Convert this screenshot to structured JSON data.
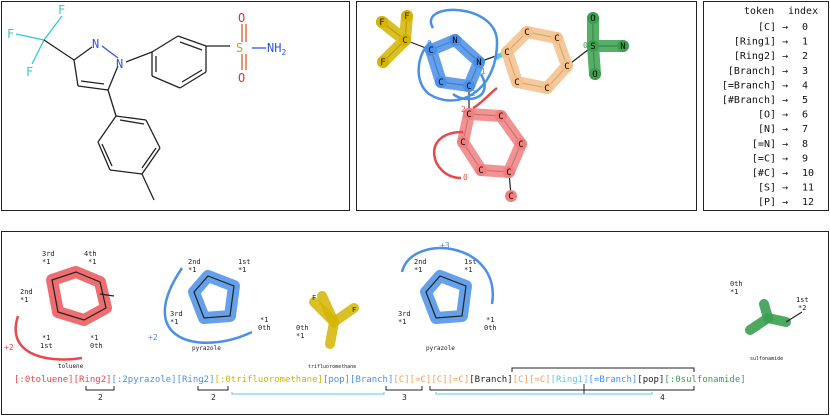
{
  "structure": {
    "atoms": {
      "f1": "F",
      "f2": "F",
      "f3": "F",
      "n1": "N",
      "n2": "N",
      "s": "S",
      "o1": "O",
      "o2": "O",
      "nh2": "NH"
    }
  },
  "graph": {
    "atom_letter": "C",
    "n_letter": "N",
    "s_letter": "S",
    "o_letter": "O",
    "f_letter": "F",
    "marks": {
      "m0a": "0",
      "m0b": "0",
      "m0c": "0",
      "m1": "1",
      "m2": "2",
      "m2b": "2"
    }
  },
  "token_table": {
    "headers": {
      "token": "token",
      "index": "index"
    },
    "rows": [
      {
        "token": "[C]",
        "arrow": "→",
        "index": "0"
      },
      {
        "token": "[Ring1]",
        "arrow": "→",
        "index": "1"
      },
      {
        "token": "[Ring2]",
        "arrow": "→",
        "index": "2"
      },
      {
        "token": "[Branch]",
        "arrow": "→",
        "index": "3"
      },
      {
        "token": "[=Branch]",
        "arrow": "→",
        "index": "4"
      },
      {
        "token": "[#Branch]",
        "arrow": "→",
        "index": "5"
      },
      {
        "token": "[O]",
        "arrow": "→",
        "index": "6"
      },
      {
        "token": "[N]",
        "arrow": "→",
        "index": "7"
      },
      {
        "token": "[=N]",
        "arrow": "→",
        "index": "8"
      },
      {
        "token": "[=C]",
        "arrow": "→",
        "index": "9"
      },
      {
        "token": "[#C]",
        "arrow": "→",
        "index": "10"
      },
      {
        "token": "[S]",
        "arrow": "→",
        "index": "11"
      },
      {
        "token": "[P]",
        "arrow": "→",
        "index": "12"
      }
    ]
  },
  "fragments": {
    "toluene": {
      "name": "toluene",
      "labels": {
        "third": "3rd",
        "fourth": "4th",
        "second": "2nd",
        "first": "1st",
        "zeroth": "0th",
        "star": "*1"
      },
      "ring_label": "+2"
    },
    "pyrazole1": {
      "name": "pyrazole",
      "labels": {
        "second": "2nd",
        "first": "1st",
        "third": "3rd",
        "zeroth": "0th",
        "star": "*1"
      },
      "ring_label": "+2"
    },
    "trifluoromethane": {
      "name": "trifluoromethane",
      "labels": {
        "zeroth": "0th",
        "star": "*1"
      }
    },
    "pyrazole2": {
      "name": "pyrazole",
      "labels": {
        "second": "2nd",
        "first": "1st",
        "third": "3rd",
        "zeroth": "0th",
        "star": "*1"
      },
      "ring_label": "+3"
    },
    "sulfonamide": {
      "name": "sulfonamide",
      "labels": {
        "zeroth": "0th",
        "first": "1st",
        "star1": "*1",
        "star2": "*2"
      }
    }
  },
  "sequence": {
    "tokens": [
      {
        "text": "[:0toluene]",
        "color": "#e8484c"
      },
      {
        "text": "[Ring2]",
        "color": "#e8484c"
      },
      {
        "text": "[:2pyrazole]",
        "color": "#4a8fe8"
      },
      {
        "text": "[Ring2]",
        "color": "#4a8fe8"
      },
      {
        "text": "[:0trifluoromethane]",
        "color": "#d4b400"
      },
      {
        "text": "[pop]",
        "color": "#4a8fe8"
      },
      {
        "text": "[Branch]",
        "color": "#4a8fe8"
      },
      {
        "text": "[C]",
        "color": "#f0a050"
      },
      {
        "text": "[=C]",
        "color": "#f0a050"
      },
      {
        "text": "[C]",
        "color": "#f0a050"
      },
      {
        "text": "[=C]",
        "color": "#f0a050"
      },
      {
        "text": "[Branch]",
        "color": "#222222"
      },
      {
        "text": "[C]",
        "color": "#f0a050"
      },
      {
        "text": "[=C]",
        "color": "#f0a050"
      },
      {
        "text": "[Ring1]",
        "color": "#5ac8e8"
      },
      {
        "text": "[=Branch]",
        "color": "#4a8fe8"
      },
      {
        "text": "[pop]",
        "color": "#222222"
      },
      {
        "text": "[:0sulfonamide]",
        "color": "#3aa050"
      }
    ],
    "counts": {
      "c1": "2",
      "c2": "2",
      "c3": "3",
      "c4": "4"
    }
  },
  "colors": {
    "red": "#e8484c",
    "blue": "#4a8fe8",
    "gold": "#d4b400",
    "orange": "#f0a050",
    "green": "#3aa050",
    "cyan": "#5ac8e8"
  }
}
